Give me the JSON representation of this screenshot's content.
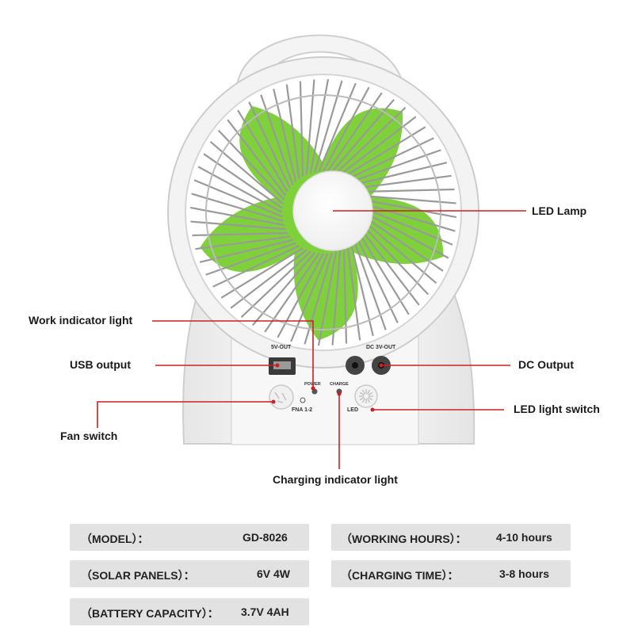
{
  "callouts": {
    "led_lamp": "LED Lamp",
    "work_indicator": "Work indicator light",
    "usb_output": "USB output",
    "dc_output": "DC Output",
    "led_switch": "LED light switch",
    "fan_switch": "Fan switch",
    "charging_indicator": "Charging indicator light"
  },
  "device_labels": {
    "usb_port": "5V-OUT",
    "dc_port": "DC 3V-OUT",
    "power": "POWER",
    "charge": "CHARGE",
    "fan_knob": "FNA 1-2",
    "led_knob": "LED"
  },
  "specs": {
    "model_label": "（MODEL）：",
    "model_value": "GD-8026",
    "working_hours_label": "（WORKING HOURS）：",
    "working_hours_value": "4-10 hours",
    "solar_label": "（SOLAR PANELS）：",
    "solar_value": "6V 4W",
    "charging_label": "（CHARGING TIME）：",
    "charging_value": "3-8 hours",
    "battery_label": "（BATTERY CAPACITY）：",
    "battery_value": "3.7V 4AH"
  },
  "colors": {
    "blade": "#7ed13a",
    "leader_line": "#cc2020",
    "body": "#f2f2f2",
    "spec_bg": "#e2e2e2"
  }
}
